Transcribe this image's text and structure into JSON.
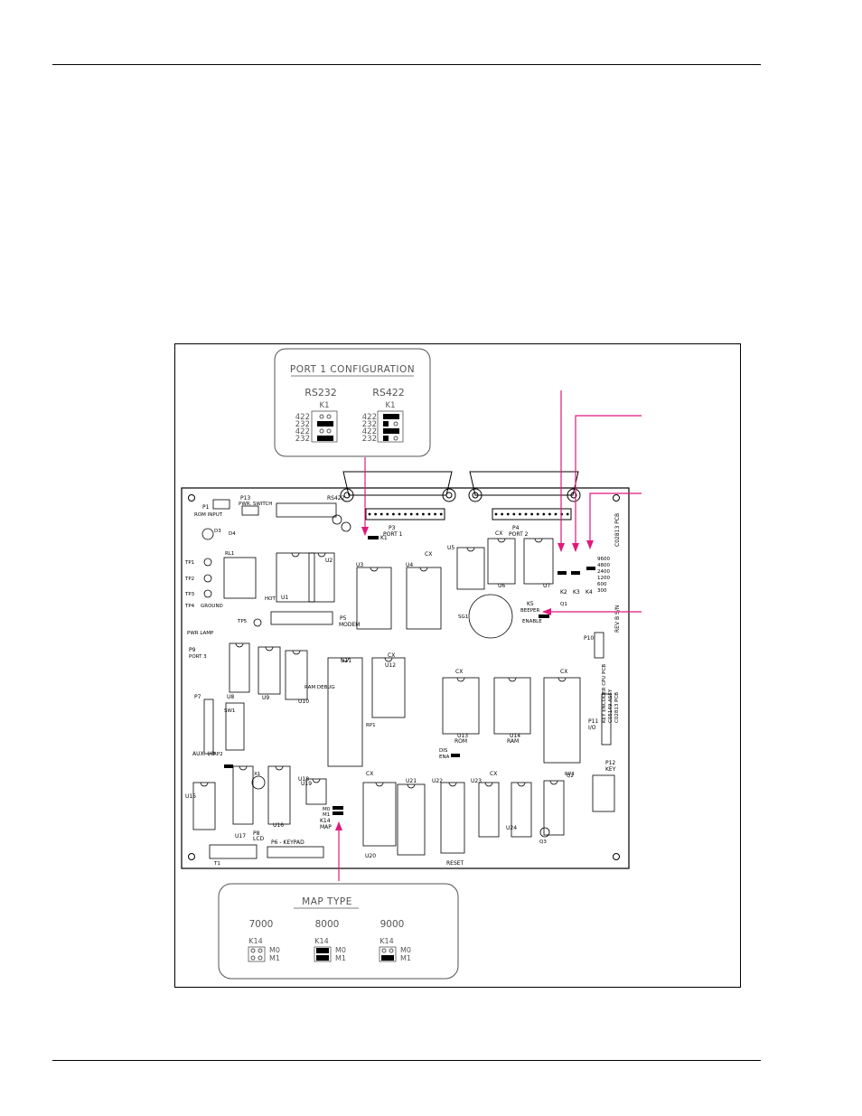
{
  "port1_config": {
    "title": "PORT 1 CONFIGURATION",
    "rs232_label": "RS232",
    "rs422_label": "RS422",
    "jumper": "K1",
    "pin_labels": [
      "422",
      "232",
      "422",
      "232"
    ]
  },
  "map_type": {
    "title": "MAP TYPE",
    "options": [
      {
        "label": "7000",
        "jumper": "K14",
        "m0": "M0",
        "m1": "M1"
      },
      {
        "label": "8000",
        "jumper": "K14",
        "m0": "M0",
        "m1": "M1"
      },
      {
        "label": "9000",
        "jumper": "K14",
        "m0": "M0",
        "m1": "M1"
      }
    ]
  },
  "board": {
    "connectors": {
      "p3": "P3",
      "port1": "PORT 1",
      "p4": "P4",
      "port2": "PORT 2",
      "p13": "P13",
      "pwr_switch": "PWR. SWITCH",
      "p1": "P1",
      "rs422": "RS422",
      "p5": "P5",
      "modem": "MODEM",
      "p6": "P6",
      "p6_keypad": "P6 - KEYPAD",
      "p7": "P7",
      "aux_io": "AUX. I/O",
      "p8": "P8",
      "lcd": "LCD",
      "p9": "P9",
      "port3": "PORT 3",
      "p10": "P10",
      "p11": "P11",
      "io": "I/O",
      "p12": "P12",
      "key": "KEY",
      "reset": "RESET",
      "pwr_lamp": "PWR LAMP",
      "rom_input": "ROM INPUT",
      "ground": "GROUND",
      "hot": "HOT"
    },
    "jumpers": {
      "k1": "K1",
      "k2": "K2",
      "k3": "K3",
      "k4": "K4",
      "k5": "K5",
      "k14": "K14",
      "k14_map": "MAP",
      "beeper": "BEEPER",
      "enable": "ENABLE",
      "dis": "DIS",
      "ena": "ENA",
      "m0": "M0",
      "m1": "M1",
      "baud_rates": [
        "9600",
        "4800",
        "2400",
        "1200",
        "600",
        "300"
      ]
    },
    "chips": {
      "u1": "U1",
      "u2": "U2",
      "u3": "U3",
      "u4": "U4",
      "u5": "U5",
      "u6": "U6",
      "u7": "U7",
      "u8": "U8",
      "u9": "U9",
      "u10": "U10",
      "u11": "U11",
      "u12": "U12",
      "u13": "U13",
      "u14": "U14",
      "u15": "U15",
      "u16": "U16",
      "u17": "U17",
      "u18": "U18",
      "u19": "U19",
      "u20": "U20",
      "u21": "U21",
      "u22": "U22",
      "u23": "U23",
      "u24": "U24",
      "rom": "ROM",
      "ram": "RAM",
      "cx": "CX",
      "rp1": "RP1",
      "rp2": "RP2",
      "rp3": "RP3",
      "sw1": "SW1"
    },
    "misc": {
      "tp1": "TP1",
      "tp2": "TP2",
      "tp3": "TP3",
      "tp4": "TP4",
      "tp5": "TP5",
      "rl1": "RL1",
      "d3": "D3",
      "d4": "D4",
      "x1": "X1",
      "t1": "T1",
      "q1": "Q1",
      "q2": "Q2",
      "q3": "Q3",
      "sg1": "SG1",
      "part_no": "C02813 PCB",
      "rev": "REV B  S/N",
      "side1": "KEY ENCODER CPU PCB",
      "side2": "C05149 ASSY",
      "side3": "C02813 PCB",
      "ram_debug": "RAM DEBUG"
    }
  }
}
